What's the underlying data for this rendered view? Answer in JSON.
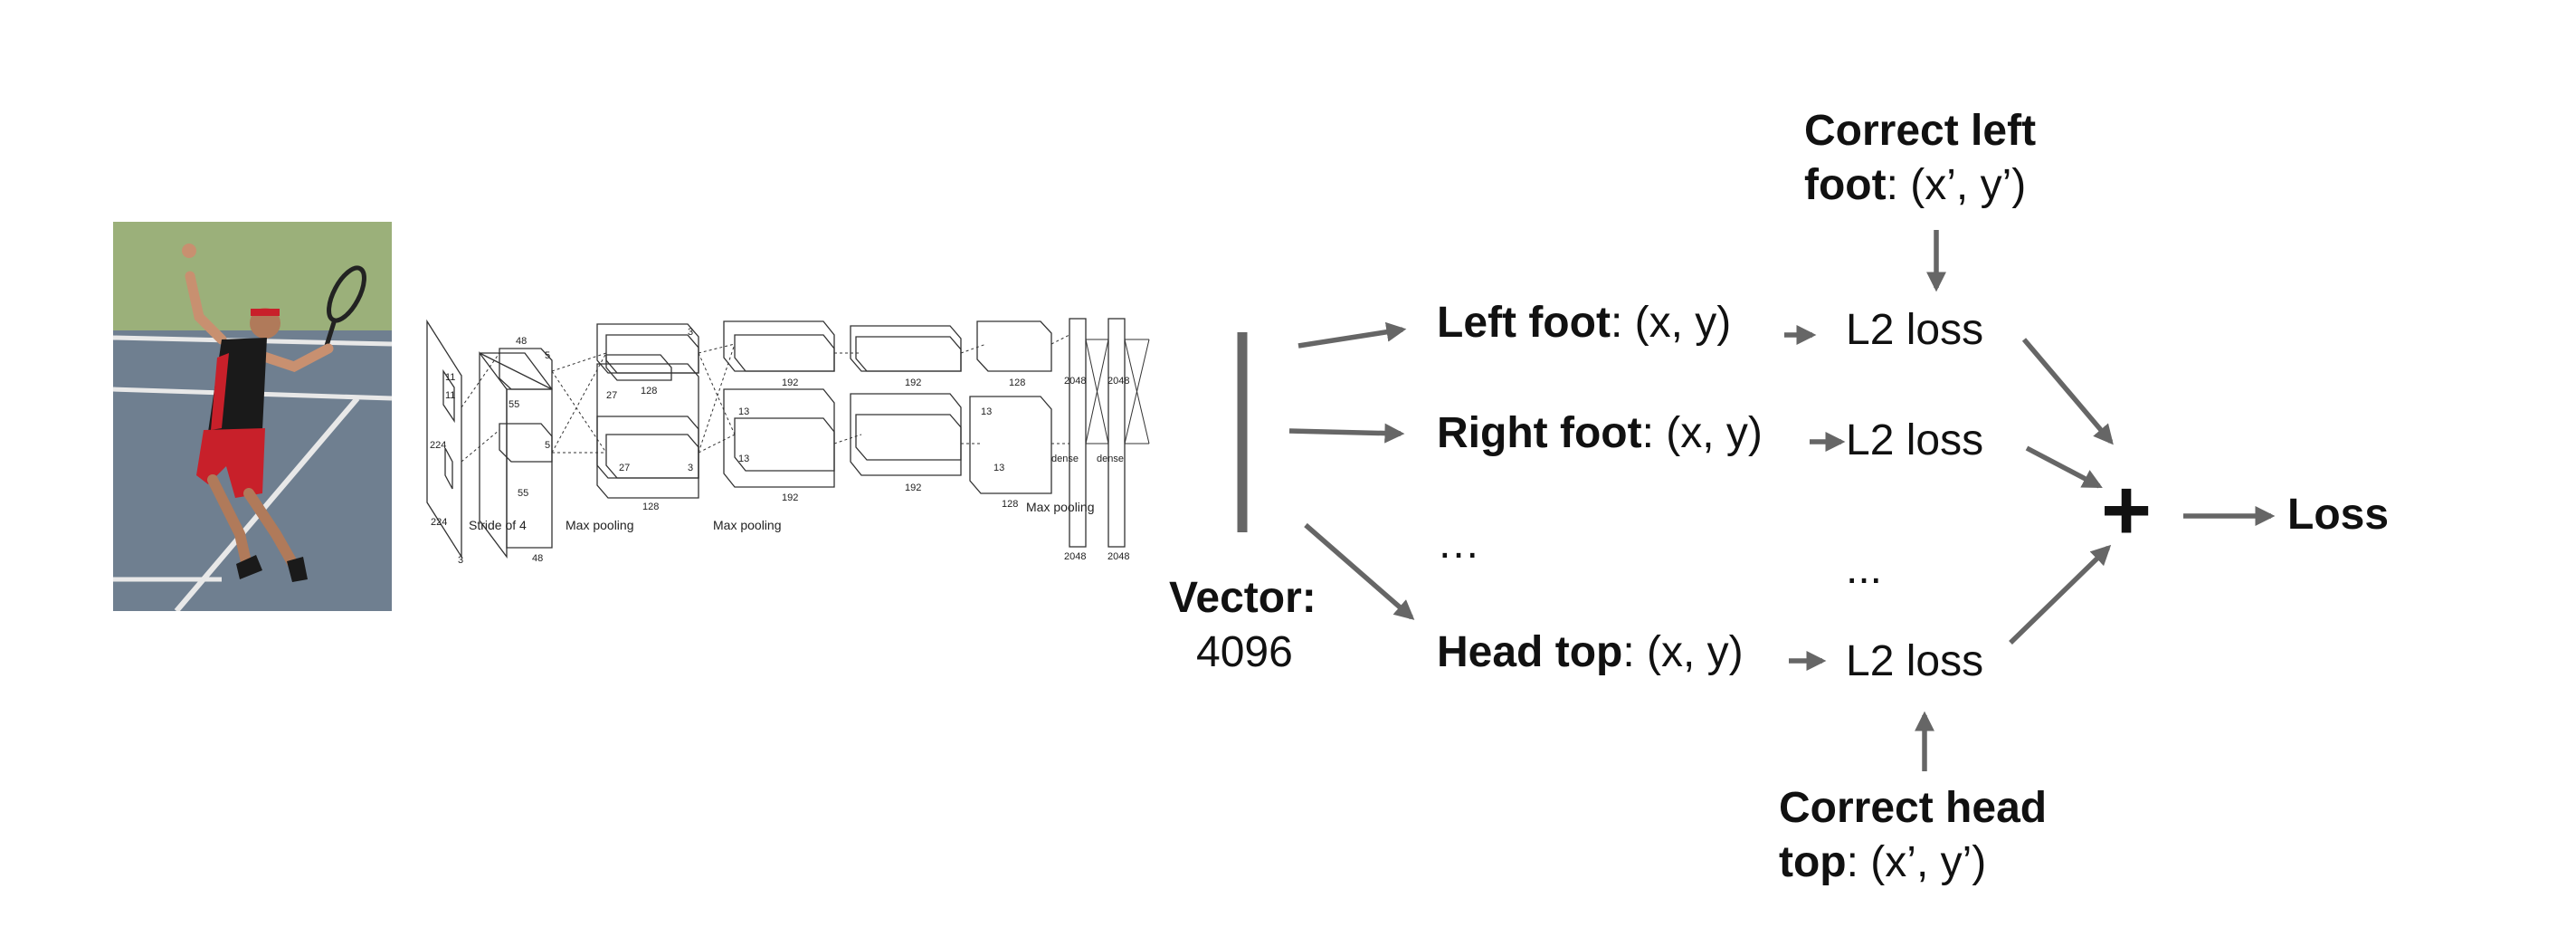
{
  "network": {
    "layer_labels": [
      "11",
      "11",
      "224",
      "224",
      "3",
      "55",
      "55",
      "48",
      "48",
      "5",
      "5",
      "27",
      "27",
      "128",
      "128",
      "3",
      "3",
      "13",
      "13",
      "192",
      "192",
      "192",
      "192",
      "128",
      "128",
      "13",
      "13",
      "2048",
      "2048",
      "2048",
      "2048"
    ],
    "stride_label": "Stride of 4",
    "pool_labels": [
      "Max pooling",
      "Max pooling",
      "Max pooling"
    ],
    "dense_labels": [
      "dense",
      "dense"
    ]
  },
  "vector": {
    "title": "Vector:",
    "size": "4096"
  },
  "outputs": [
    {
      "joint": "Left foot",
      "coords": ": (x, y)",
      "loss": "L2 loss"
    },
    {
      "joint": "Right foot",
      "coords": ": (x, y)",
      "loss": "L2 loss"
    },
    {
      "joint": "Head top",
      "coords": ": (x, y)",
      "loss": "L2 loss"
    }
  ],
  "ellipsis_left": "…",
  "ellipsis_right": "...",
  "correct_top": {
    "line1": "Correct left",
    "line2_bold": "foot",
    "line2_rest": ": (x’, y’)"
  },
  "correct_bottom": {
    "line1": "Correct head",
    "line2_bold": "top",
    "line2_rest": ": (x’, y’)"
  },
  "sum_symbol": "+",
  "final": "Loss"
}
